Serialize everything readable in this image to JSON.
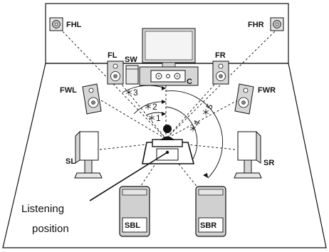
{
  "speakers": {
    "fhl": "FHL",
    "fhr": "FHR",
    "fl": "FL",
    "fr": "FR",
    "sw": "SW",
    "c": "C",
    "fwl": "FWL",
    "fwr": "FWR",
    "sl": "SL",
    "sr": "SR",
    "sbl": "SBL",
    "sbr": "SBR"
  },
  "angle_marks": {
    "a1": "＊1",
    "a2": "＊2",
    "a3": "＊3",
    "a4": "＊4",
    "a5": "＊5"
  },
  "listening_position": {
    "line1": "Listening",
    "line2": "position"
  },
  "colors": {
    "line": "#111111",
    "speaker_fill": "#d0d0d0",
    "speaker_light": "#e6e6e6",
    "tv_screen": "#f4f4f4"
  }
}
